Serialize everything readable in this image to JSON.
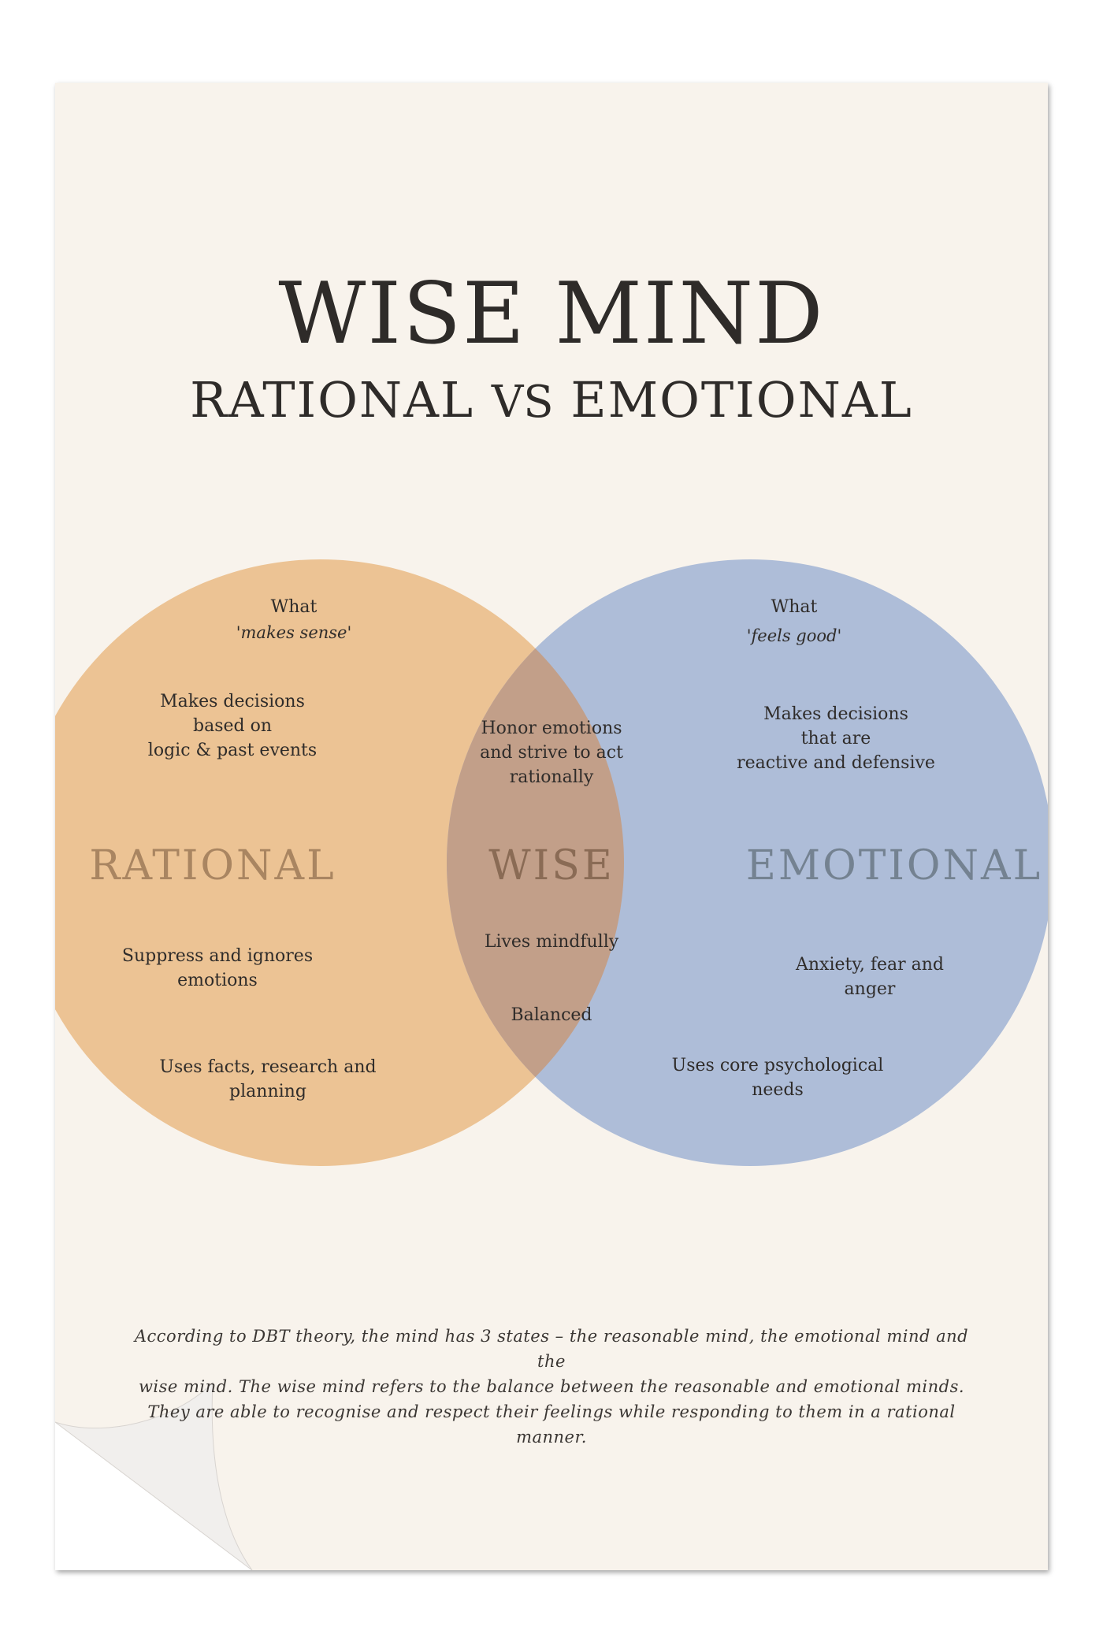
{
  "title": "WISE MIND",
  "subtitle": {
    "left": "RATIONAL",
    "vs": "VS",
    "right": "EMOTIONAL"
  },
  "colors": {
    "paper": "#f8f3ec",
    "rational_circle": "#ecc394",
    "emotional_circle": "#aebdd8",
    "overlap": "#c29f89",
    "rational_label": "#a98561",
    "wise_label": "#8a6b55",
    "emotional_label": "#748291",
    "text": "#2f2c2a"
  },
  "rational": {
    "label": "RATIONAL",
    "what": "What",
    "what_quote": "'makes sense'",
    "decisions": "Makes decisions\nbased on\nlogic & past events",
    "suppress": "Suppress and ignores\nemotions",
    "uses": "Uses facts, research and\nplanning"
  },
  "wise": {
    "label": "WISE",
    "honor": "Honor emotions\nand strive to act\nrationally",
    "mindful": "Lives mindfully",
    "balanced": "Balanced"
  },
  "emotional": {
    "label": "EMOTIONAL",
    "what": "What",
    "what_quote": "'feels good'",
    "decisions": "Makes decisions\nthat are\nreactive and defensive",
    "feelings": "Anxiety, fear and anger",
    "uses": "Uses core psychological\nneeds"
  },
  "footer": {
    "line1": "According to DBT theory, the mind has 3 states – the reasonable mind, the emotional mind and the",
    "line2": "wise mind. The wise mind refers to the balance between the reasonable and emotional minds.",
    "line3": "They are able to recognise and respect their feelings while responding to them in a rational manner."
  }
}
